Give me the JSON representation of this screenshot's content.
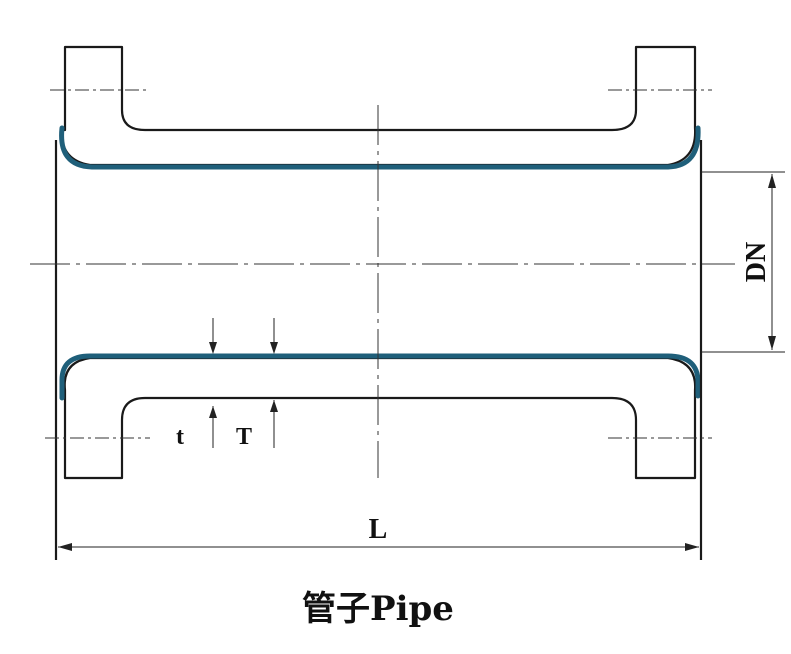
{
  "diagram": {
    "labels": {
      "nominal_diameter": "DN",
      "overall_length": "L",
      "lining_thickness": "t",
      "wall_thickness": "T"
    },
    "caption": "管子Pipe",
    "colors": {
      "outline": "#1a1a1a",
      "lining": "#1f5f7a",
      "background": "#ffffff"
    }
  }
}
